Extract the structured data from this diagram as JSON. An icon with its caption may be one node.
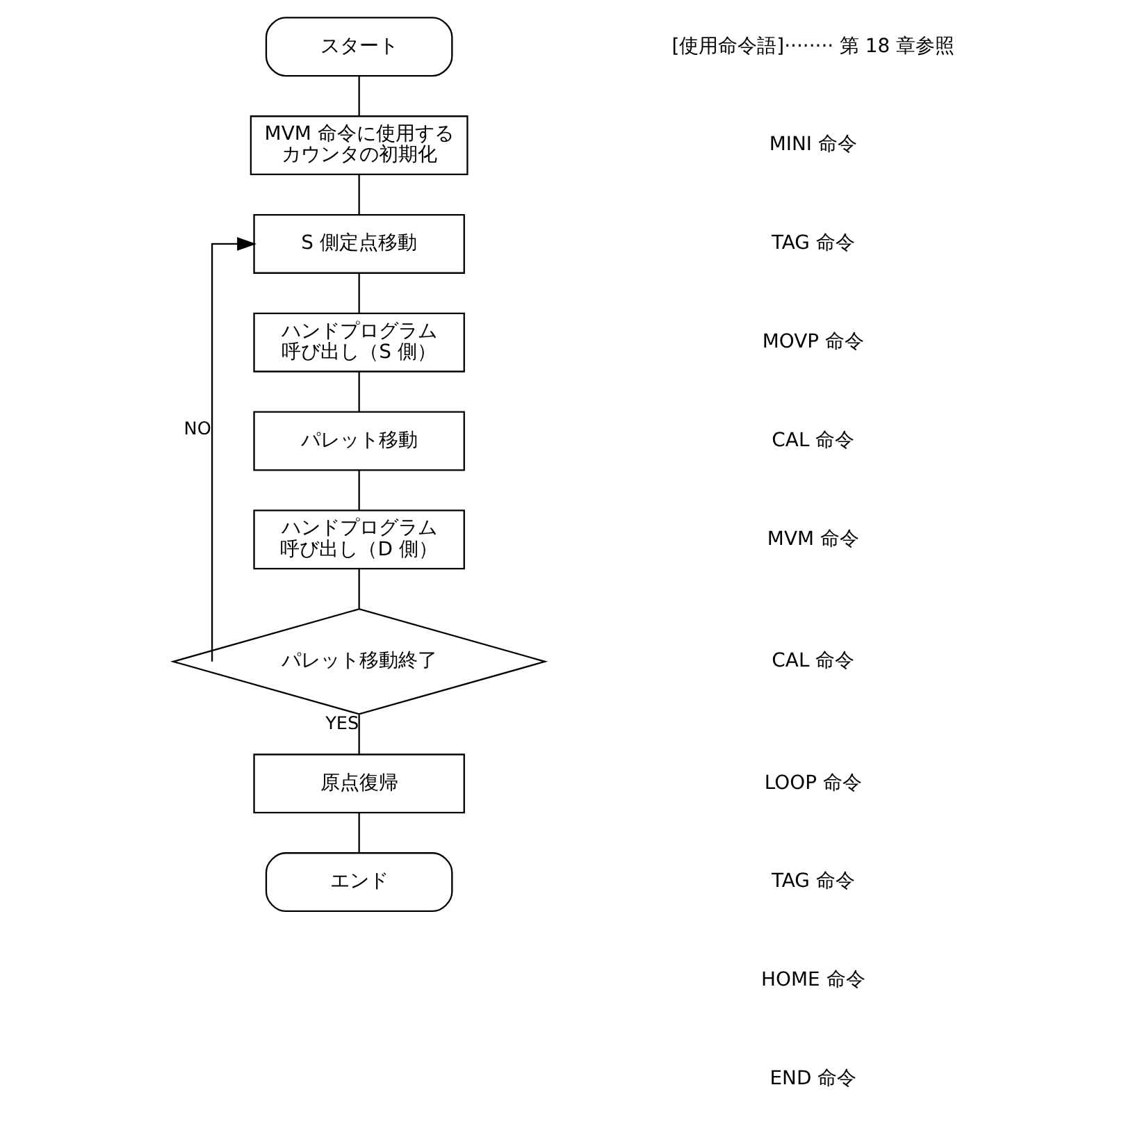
{
  "diagram": {
    "nodes": [
      {
        "text": [
          "スタート"
        ]
      },
      {
        "text": [
          "MVM 命令に使用するカウンタの初期化"
        ]
      },
      {
        "text": [
          "S 側定点移動"
        ]
      },
      {
        "text": [
          "ハンドプログラム呼び出し（S 側）"
        ]
      },
      {
        "text": [
          "パレット移動"
        ]
      },
      {
        "text": [
          "ハンドプログラム呼び出し（D 側）"
        ]
      },
      {
        "text": [
          "パレット移動終了"
        ]
      },
      {
        "text": [
          "原点復帰"
        ]
      },
      {
        "text": [
          "エンド"
        ]
      }
    ],
    "edges": [
      {
        "from": 0,
        "to": 1,
        "arrow": "none"
      },
      {
        "from": 1,
        "to": 2,
        "arrow": "none"
      },
      {
        "from": 2,
        "to": 3,
        "arrow": "none"
      },
      {
        "from": 3,
        "to": 4,
        "arrow": "none"
      },
      {
        "from": 4,
        "to": 5,
        "arrow": "none"
      },
      {
        "from": 5,
        "to": 6,
        "arrow": "none"
      },
      {
        "from": 6,
        "to": 2,
        "arrow": "to",
        "label": "NO"
      },
      {
        "from": 6,
        "to": 7,
        "arrow": "none",
        "label": "YES"
      },
      {
        "from": 7,
        "to": 8,
        "arrow": "none"
      }
    ],
    "labels": [
      "[使用命令語]········ 第 18 章参照",
      "MINI 命令",
      "TAG 命令",
      "MOVP 命令",
      "CAL 命令",
      "MVM 命令",
      "CAL 命令",
      "LOOP 命令",
      "TAG 命令",
      "HOME 命令",
      "END 命令"
    ]
  }
}
